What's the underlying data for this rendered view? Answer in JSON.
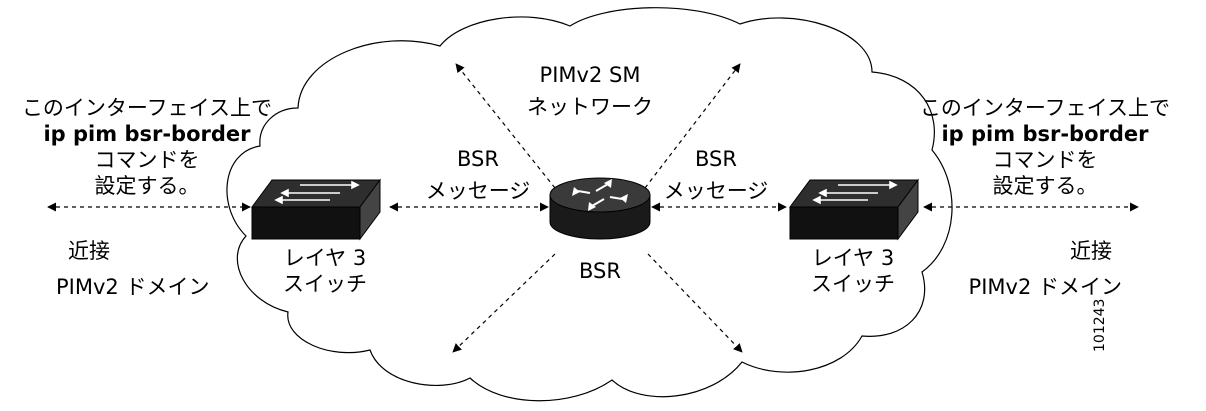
{
  "cloud": {
    "title_line1": "PIMv2 SM",
    "title_line2": "ネットワーク"
  },
  "left_note": {
    "line1": "このインターフェイス上で",
    "line2": "ip pim bsr-border",
    "line3": "コマンドを",
    "line4": "設定する。"
  },
  "right_note": {
    "line1": "このインターフェイス上で",
    "line2": "ip pim bsr-border",
    "line3": "コマンドを",
    "line4": "設定する。"
  },
  "left_message": {
    "line1": "BSR",
    "line2": "メッセージ"
  },
  "right_message": {
    "line1": "BSR",
    "line2": "メッセージ"
  },
  "router_label": "BSR",
  "left_switch": {
    "line1": "レイヤ 3",
    "line2": "スイッチ"
  },
  "right_switch": {
    "line1": "レイヤ 3",
    "line2": "スイッチ"
  },
  "left_domain": {
    "line1": "近接",
    "line2": "PIMv2 ドメイン"
  },
  "right_domain": {
    "line1": "近接",
    "line2": "PIMv2 ドメイン"
  },
  "figure_id": "101243"
}
